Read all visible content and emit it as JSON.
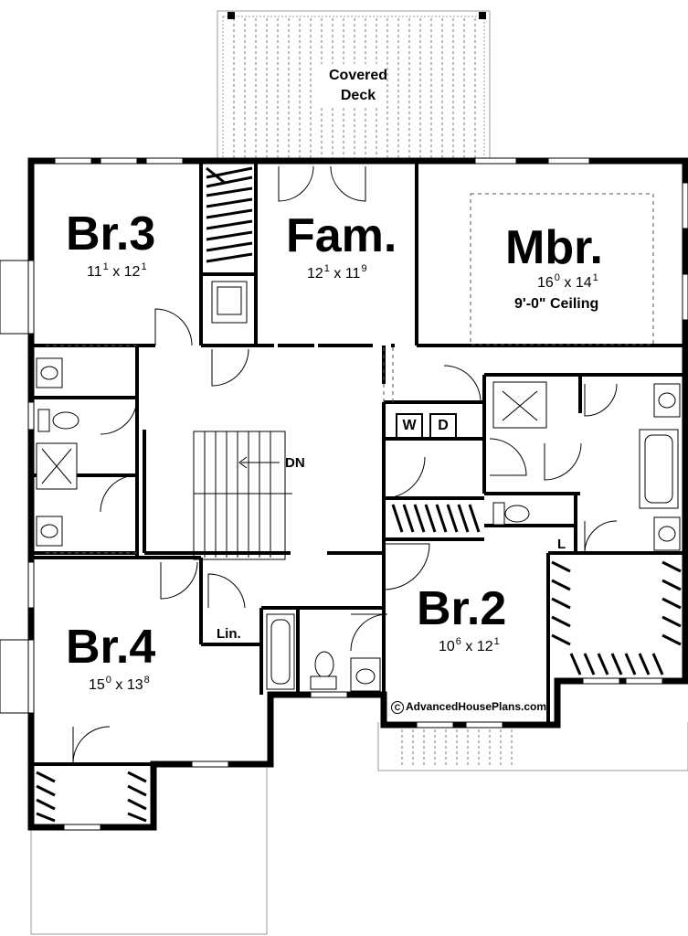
{
  "plan": {
    "rooms": {
      "br3": {
        "name": "Br.3",
        "dim_w": "11",
        "dim_w_in": "1",
        "dim_h": "12",
        "dim_h_in": "1"
      },
      "fam": {
        "name": "Fam.",
        "dim_w": "12",
        "dim_w_in": "1",
        "dim_h": "11",
        "dim_h_in": "9"
      },
      "mbr": {
        "name": "Mbr.",
        "dim_w": "16",
        "dim_w_in": "0",
        "dim_h": "14",
        "dim_h_in": "1",
        "ceiling": "9'-0\" Ceiling"
      },
      "br2": {
        "name": "Br.2",
        "dim_w": "10",
        "dim_w_in": "6",
        "dim_h": "12",
        "dim_h_in": "1"
      },
      "br4": {
        "name": "Br.4",
        "dim_w": "15",
        "dim_w_in": "0",
        "dim_h": "13",
        "dim_h_in": "8"
      }
    },
    "deck_line1": "Covered",
    "deck_line2": "Deck",
    "stair_label": "DN",
    "washer_label": "W",
    "dryer_label": "D",
    "linen_label": "Lin.",
    "laundry_l_label": "L",
    "dim_separator": "x",
    "copyright_symbol": "C",
    "credit": "AdvancedHousePlans.com"
  }
}
